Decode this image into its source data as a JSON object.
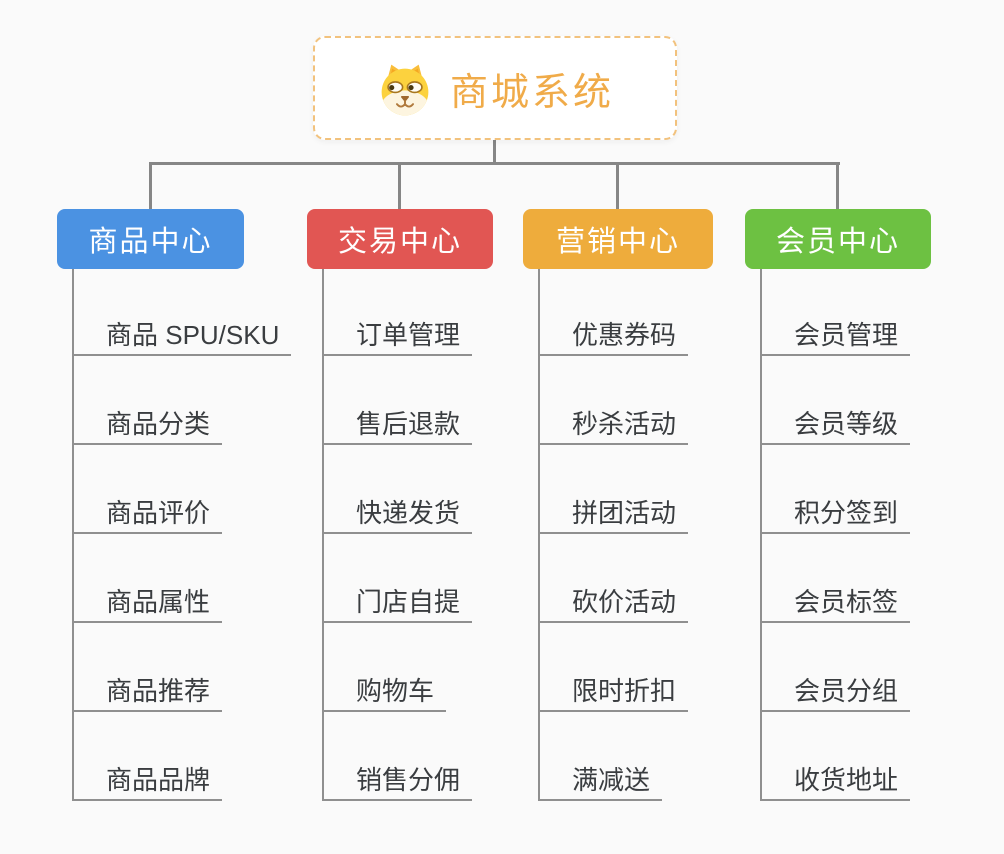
{
  "app": {
    "background_color": "#fafafa",
    "connector_color": "#868686",
    "leaf_line_color": "#8f8f8f",
    "leaf_text_color": "#3a3d40"
  },
  "root": {
    "label": "商城系统",
    "icon": "dog-face-icon",
    "text_color": "#f0ab49",
    "border_color": "#f2c27d",
    "background_color": "#ffffff"
  },
  "branches": [
    {
      "label": "商品中心",
      "color": "#4b92e2",
      "items": [
        "商品 SPU/SKU",
        "商品分类",
        "商品评价",
        "商品属性",
        "商品推荐",
        "商品品牌"
      ]
    },
    {
      "label": "交易中心",
      "color": "#e15653",
      "items": [
        "订单管理",
        "售后退款",
        "快递发货",
        "门店自提",
        "购物车",
        "销售分佣"
      ]
    },
    {
      "label": "营销中心",
      "color": "#eeac3c",
      "items": [
        "优惠券码",
        "秒杀活动",
        "拼团活动",
        "砍价活动",
        "限时折扣",
        "满减送"
      ]
    },
    {
      "label": "会员中心",
      "color": "#6dc142",
      "items": [
        "会员管理",
        "会员等级",
        "积分签到",
        "会员标签",
        "会员分组",
        "收货地址"
      ]
    }
  ]
}
